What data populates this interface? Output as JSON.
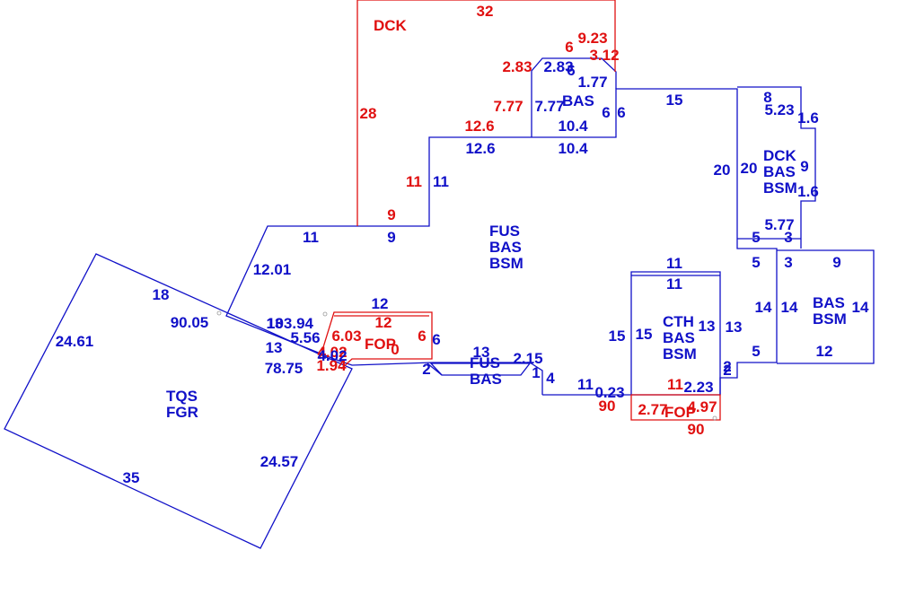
{
  "colors": {
    "blue": "#1010c8",
    "red": "#e01010"
  },
  "areas": [
    {
      "name": "area-fus-bas-bsm",
      "lines": [
        "FUS",
        "BAS",
        "BSM"
      ],
      "color": "blue"
    },
    {
      "name": "area-dck-bas-bsm",
      "lines": [
        "DCK",
        "BAS",
        "BSM"
      ],
      "color": "blue"
    },
    {
      "name": "area-bas-bsm-right",
      "lines": [
        "BAS",
        "BSM"
      ],
      "color": "blue"
    },
    {
      "name": "area-cth-bas-bsm",
      "lines": [
        "CTH",
        "BAS",
        "BSM"
      ],
      "color": "blue"
    },
    {
      "name": "area-tqs-fgr",
      "lines": [
        "TQS",
        "FGR"
      ],
      "color": "blue"
    },
    {
      "name": "area-fus-bas-small",
      "lines": [
        "FUS",
        "BAS"
      ],
      "color": "blue"
    },
    {
      "name": "area-bas-top",
      "lines": [
        "BAS"
      ],
      "color": "blue"
    },
    {
      "name": "area-dck-top",
      "lines": [
        "DCK"
      ],
      "color": "red"
    },
    {
      "name": "area-fop-left",
      "lines": [
        "FOP"
      ],
      "color": "red"
    },
    {
      "name": "area-fop-bottom",
      "lines": [
        "FOP"
      ],
      "color": "red"
    }
  ],
  "dimensions": [
    {
      "text": "32",
      "color": "red"
    },
    {
      "text": "28",
      "color": "red"
    },
    {
      "text": "6",
      "color": "red"
    },
    {
      "text": "9.23",
      "color": "red"
    },
    {
      "text": "3.12",
      "color": "red"
    },
    {
      "text": "2.83",
      "color": "red"
    },
    {
      "text": "2.83",
      "color": "blue"
    },
    {
      "text": "6",
      "color": "blue"
    },
    {
      "text": "1.77",
      "color": "blue"
    },
    {
      "text": "7.77",
      "color": "red"
    },
    {
      "text": "7.77",
      "color": "blue"
    },
    {
      "text": "12.6",
      "color": "red"
    },
    {
      "text": "10.4",
      "color": "blue"
    },
    {
      "text": "6",
      "color": "blue"
    },
    {
      "text": "6",
      "color": "blue"
    },
    {
      "text": "12.6",
      "color": "blue"
    },
    {
      "text": "10.4",
      "color": "blue"
    },
    {
      "text": "15",
      "color": "blue"
    },
    {
      "text": "11",
      "color": "red"
    },
    {
      "text": "11",
      "color": "blue"
    },
    {
      "text": "9",
      "color": "red"
    },
    {
      "text": "9",
      "color": "blue"
    },
    {
      "text": "11",
      "color": "blue"
    },
    {
      "text": "12.01",
      "color": "blue"
    },
    {
      "text": "8",
      "color": "blue"
    },
    {
      "text": "5.23",
      "color": "blue"
    },
    {
      "text": "1.6",
      "color": "blue"
    },
    {
      "text": "20",
      "color": "blue"
    },
    {
      "text": "20",
      "color": "blue"
    },
    {
      "text": "9",
      "color": "blue"
    },
    {
      "text": "1.6",
      "color": "blue"
    },
    {
      "text": "5.77",
      "color": "blue"
    },
    {
      "text": "5",
      "color": "blue"
    },
    {
      "text": "3",
      "color": "blue"
    },
    {
      "text": "5",
      "color": "blue"
    },
    {
      "text": "3",
      "color": "blue"
    },
    {
      "text": "9",
      "color": "blue"
    },
    {
      "text": "14",
      "color": "blue"
    },
    {
      "text": "14",
      "color": "blue"
    },
    {
      "text": "14",
      "color": "blue"
    },
    {
      "text": "5",
      "color": "blue"
    },
    {
      "text": "12",
      "color": "blue"
    },
    {
      "text": "11",
      "color": "blue"
    },
    {
      "text": "11",
      "color": "blue"
    },
    {
      "text": "15",
      "color": "blue"
    },
    {
      "text": "15",
      "color": "blue"
    },
    {
      "text": "13",
      "color": "blue"
    },
    {
      "text": "13",
      "color": "blue"
    },
    {
      "text": "2",
      "color": "blue"
    },
    {
      "text": "2",
      "color": "blue"
    },
    {
      "text": "11",
      "color": "red"
    },
    {
      "text": "2.23",
      "color": "blue"
    },
    {
      "text": "2.77",
      "color": "red"
    },
    {
      "text": "4.97",
      "color": "red"
    },
    {
      "text": "90",
      "color": "red"
    },
    {
      "text": "90",
      "color": "red"
    },
    {
      "text": "11",
      "color": "blue"
    },
    {
      "text": "0.23",
      "color": "blue"
    },
    {
      "text": "1",
      "color": "blue"
    },
    {
      "text": "4",
      "color": "blue"
    },
    {
      "text": "2.15",
      "color": "blue"
    },
    {
      "text": "13",
      "color": "blue"
    },
    {
      "text": "2",
      "color": "blue"
    },
    {
      "text": "12",
      "color": "blue"
    },
    {
      "text": "12",
      "color": "red"
    },
    {
      "text": "6.03",
      "color": "red"
    },
    {
      "text": "6",
      "color": "red"
    },
    {
      "text": "6",
      "color": "blue"
    },
    {
      "text": "0",
      "color": "red"
    },
    {
      "text": "4.02",
      "color": "red"
    },
    {
      "text": "1.94",
      "color": "red"
    },
    {
      "text": "13",
      "color": "blue"
    },
    {
      "text": "103.94",
      "color": "blue"
    },
    {
      "text": "5.56",
      "color": "blue"
    },
    {
      "text": "4.02",
      "color": "blue"
    },
    {
      "text": "13",
      "color": "blue"
    },
    {
      "text": "78.75",
      "color": "blue"
    },
    {
      "text": "90.05",
      "color": "blue"
    },
    {
      "text": "18",
      "color": "blue"
    },
    {
      "text": "24.61",
      "color": "blue"
    },
    {
      "text": "24.57",
      "color": "blue"
    },
    {
      "text": "35",
      "color": "blue"
    }
  ]
}
